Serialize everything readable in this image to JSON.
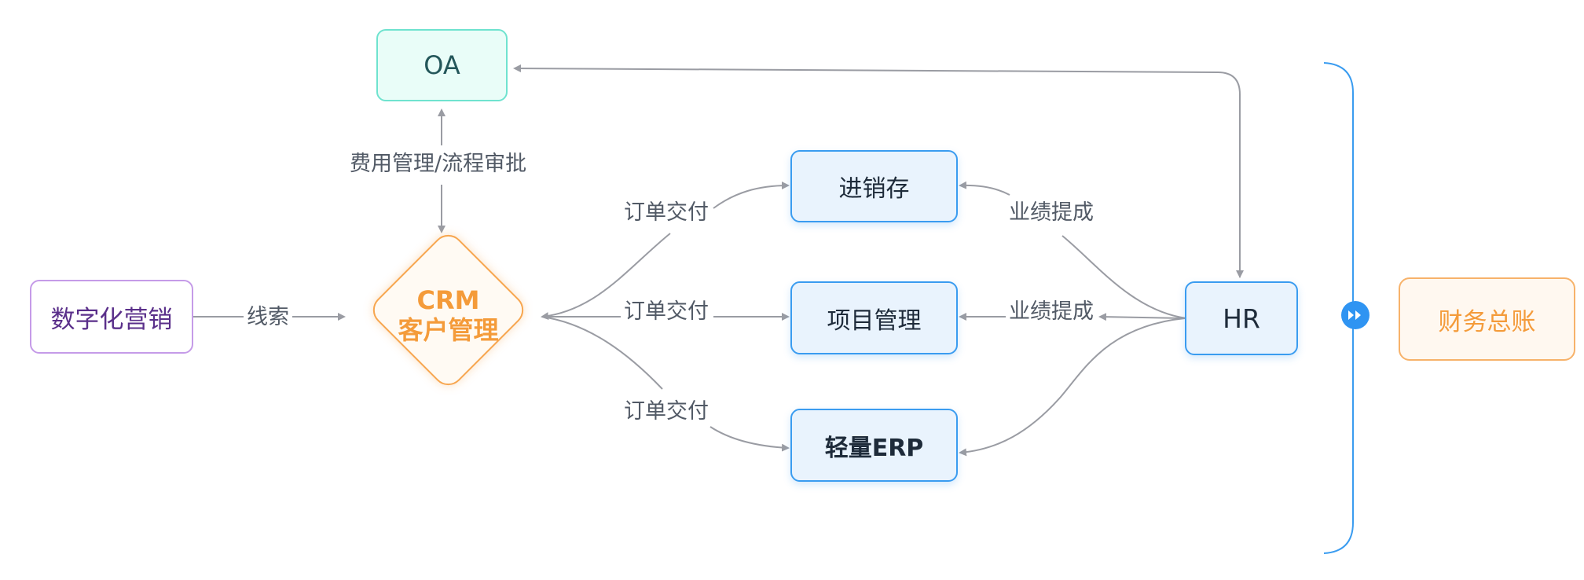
{
  "nodes": {
    "oa": "OA",
    "jinxiaocun": "进销存",
    "project": "项目管理",
    "erp": "轻量ERP",
    "hr": "HR",
    "marketing": "数字化营销",
    "crm_line1": "CRM",
    "crm_line2": "客户管理",
    "finance": "财务总账"
  },
  "edges": {
    "expense": "费用管理/流程审批",
    "order_top": "订单交付",
    "order_mid": "订单交付",
    "order_bottom": "订单交付",
    "perf_top": "业绩提成",
    "perf_mid": "业绩提成",
    "leads": "线索"
  },
  "colors": {
    "blue_border": "#3a9cf0",
    "orange": "#f49b3a",
    "purple": "#5a2f8a",
    "teal_border": "#6fe3cf",
    "arrow_gray": "#9a9ca3"
  },
  "icons": {
    "expand": "double-chevron-right-icon"
  }
}
